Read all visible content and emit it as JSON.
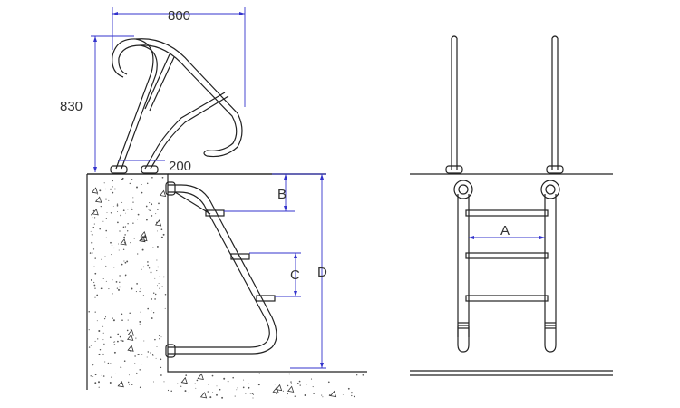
{
  "side_view": {
    "dims": {
      "width_top": "800",
      "height_top": "830",
      "offset": "200",
      "step_B": "B",
      "step_C": "C",
      "depth_D": "D"
    }
  },
  "front_view": {
    "dims": {
      "tread_A": "A"
    }
  },
  "colors": {
    "dimension": "#3333cc",
    "line": "#222222",
    "concrete_speckle": "#555555"
  }
}
